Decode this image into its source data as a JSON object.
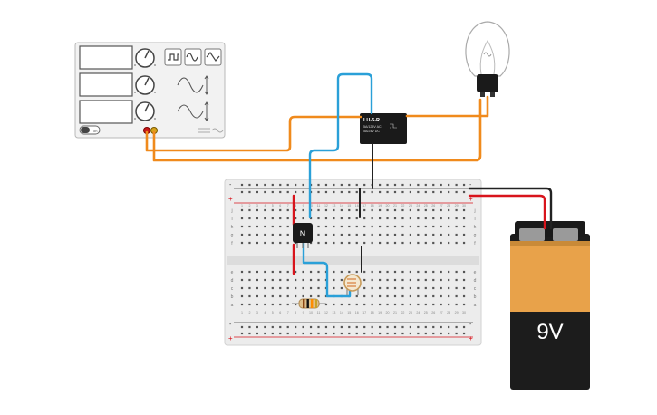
{
  "function_generator": {
    "waveform_icons": [
      "square-wave-icon",
      "sine-wave-icon",
      "triangle-wave-icon"
    ],
    "power_label": "on"
  },
  "relay": {
    "title": "LU-5-R",
    "rating_line1": "5A/125V AC",
    "rating_line2": "5A/24V DC"
  },
  "transistor": {
    "label": "N"
  },
  "battery": {
    "label": "9V"
  },
  "breadboard": {
    "rail_plus": "+",
    "rail_minus": "-",
    "row_labels_top": [
      "j",
      "i",
      "h",
      "g",
      "f"
    ],
    "row_labels_bottom": [
      "e",
      "d",
      "c",
      "b",
      "a"
    ],
    "column_count": 30
  },
  "colors": {
    "wire_orange": "#f08a1c",
    "wire_blue": "#2aa0d8",
    "wire_red": "#d8141c",
    "wire_black": "#222222",
    "battery_body": "#1c1c1c",
    "battery_label": "#e8a24a",
    "breadboard": "#ececec"
  }
}
